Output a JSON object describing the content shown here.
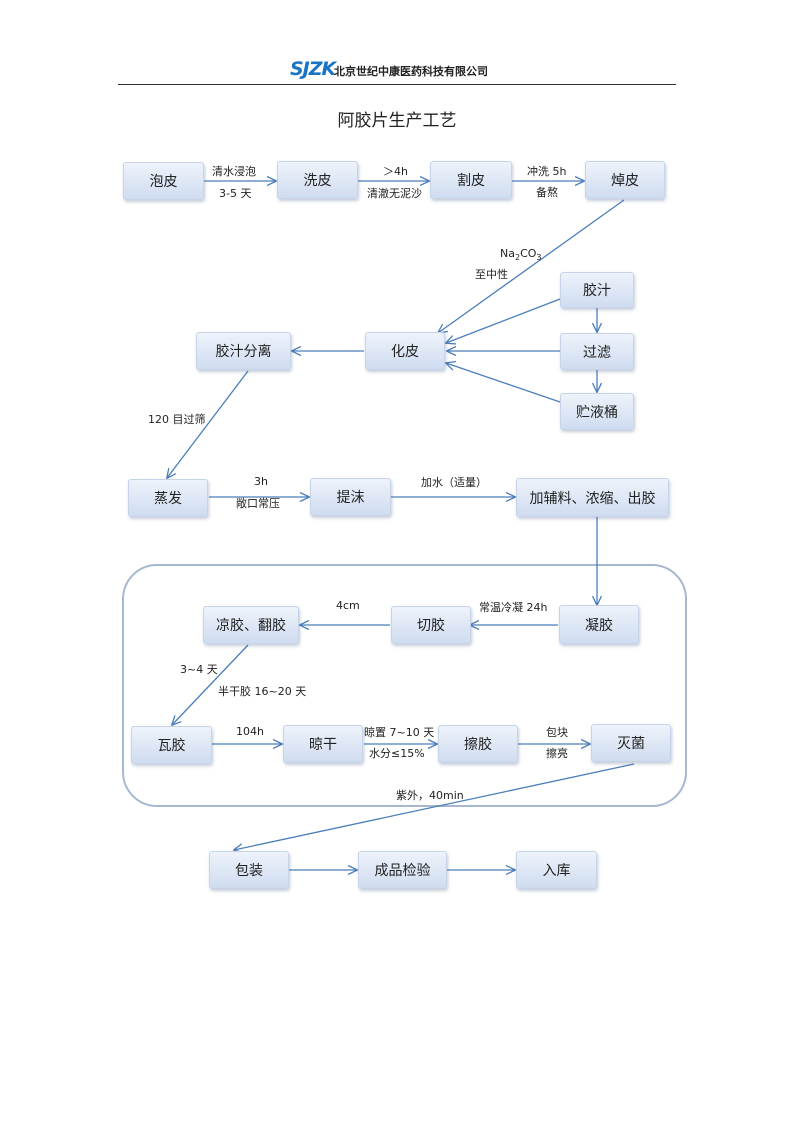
{
  "header": {
    "logo_text": "SJZK",
    "company": "北京世纪中康医药科技有限公司"
  },
  "title": "阿胶片生产工艺",
  "nodes": {
    "paopi": "泡皮",
    "xipi": "洗皮",
    "gepi": "割皮",
    "zhuopi": "焯皮",
    "jiaozhi": "胶汁",
    "guolv": "过滤",
    "zhuyetong": "贮液桶",
    "huapi": "化皮",
    "jiaozhifenli": "胶汁分离",
    "zhengfa": "蒸发",
    "timo": "提沫",
    "jiafuliao": "加辅料、浓缩、出胶",
    "ningjiao": "凝胶",
    "qiejiao": "切胶",
    "liangjiao": "凉胶、翻胶",
    "wajiao": "瓦胶",
    "lianggan": "晾干",
    "cajiao": "擦胶",
    "miejun": "灭菌",
    "baozhuang": "包装",
    "chengpinjianyan": "成品检验",
    "ruku": "入库"
  },
  "labels": {
    "qingshui": "清水浸泡",
    "qingshui_days": "3-5 天",
    "gt4h": "＞4h",
    "qingche": "清澈无泥沙",
    "chongxi": "冲洗 5h",
    "beiao": "备熬",
    "na2co3_main": "Na",
    "na2co3_sub1": "2",
    "na2co3_mid": "CO",
    "na2co3_sub2": "3",
    "zhizhongxing": "至中性",
    "guoshai": "120 目过筛",
    "h3": "3h",
    "changkou": "敞口常压",
    "jiashui": "加水（适量）",
    "changwen": "常温冷凝 24h",
    "cm4": "4cm",
    "days34": "3~4 天",
    "bangan": "半干胶 16~20 天",
    "h104": "104h",
    "liangzhi": "晾置 7~10 天",
    "shuifen": "水分≤15%",
    "baokuai": "包块",
    "caliang": "擦亮",
    "ziwai": "紫外，40min"
  },
  "colors": {
    "arrow": "#4a7ebb",
    "group_border": "#a5b8d0",
    "node_fill_top": "#eef3fb",
    "node_fill_bottom": "#cfdcf0",
    "logo": "#1a74c4"
  }
}
